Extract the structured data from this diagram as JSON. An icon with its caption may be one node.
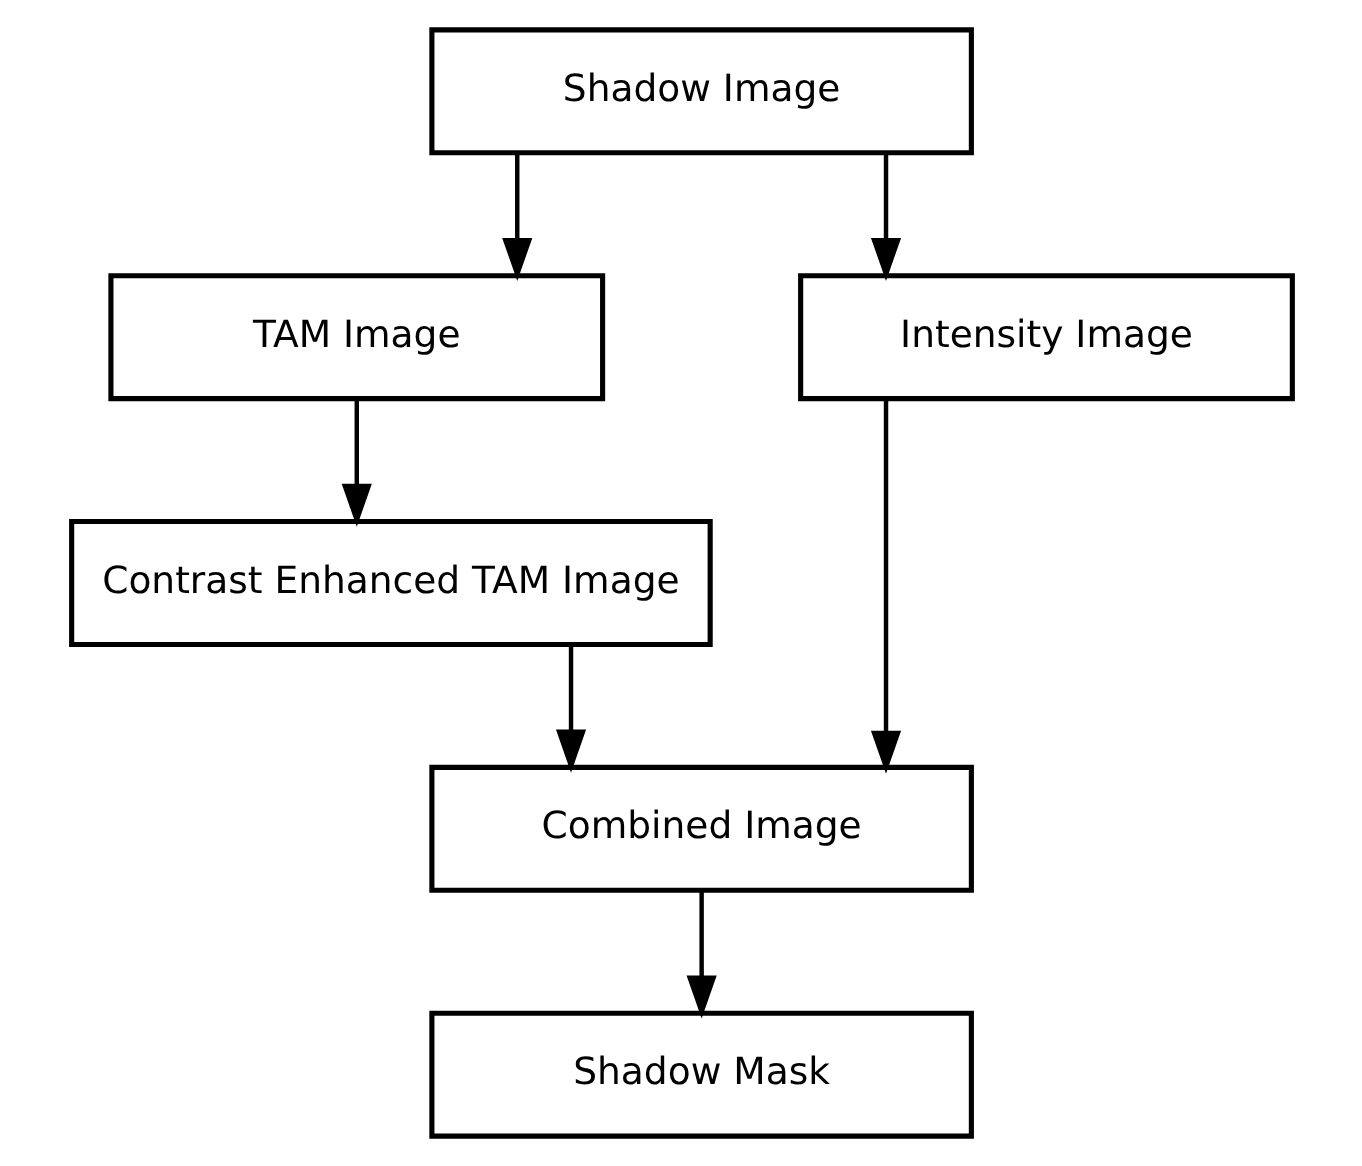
{
  "diagram": {
    "nodes": [
      {
        "text": [
          "Shadow Image"
        ]
      },
      {
        "text": [
          "TAM Image"
        ]
      },
      {
        "text": [
          "Contrast Enhanced TAM Image"
        ]
      },
      {
        "text": [
          "Intensity Image"
        ]
      },
      {
        "text": [
          "Combined Image"
        ]
      },
      {
        "text": [
          "Shadow Mask"
        ]
      }
    ],
    "edges": [
      {
        "from": 0,
        "to": 1,
        "arrow": "to"
      },
      {
        "from": 0,
        "to": 3,
        "arrow": "to"
      },
      {
        "from": 1,
        "to": 2,
        "arrow": "to"
      },
      {
        "from": 2,
        "to": 4,
        "arrow": "to"
      },
      {
        "from": 3,
        "to": 4,
        "arrow": "to"
      },
      {
        "from": 4,
        "to": 5,
        "arrow": "to"
      }
    ]
  }
}
